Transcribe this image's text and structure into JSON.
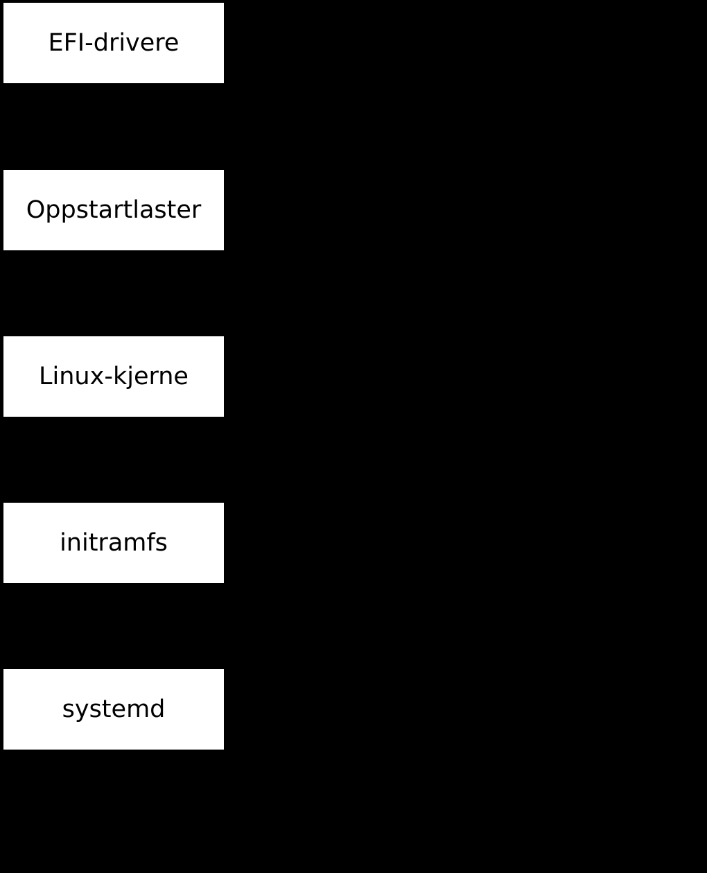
{
  "diagram": {
    "title": "Linux boot process flow (Norwegian)",
    "background_color": "#000000",
    "node_fill_color": "#ffffff",
    "node_text_color": "#000000",
    "nodes": [
      {
        "id": "efi-drivere",
        "label": "EFI-drivere"
      },
      {
        "id": "oppstartlaster",
        "label": "Oppstartlaster"
      },
      {
        "id": "linux-kjerne",
        "label": "Linux-kjerne"
      },
      {
        "id": "initramfs",
        "label": "initramfs"
      },
      {
        "id": "systemd",
        "label": "systemd"
      }
    ]
  }
}
